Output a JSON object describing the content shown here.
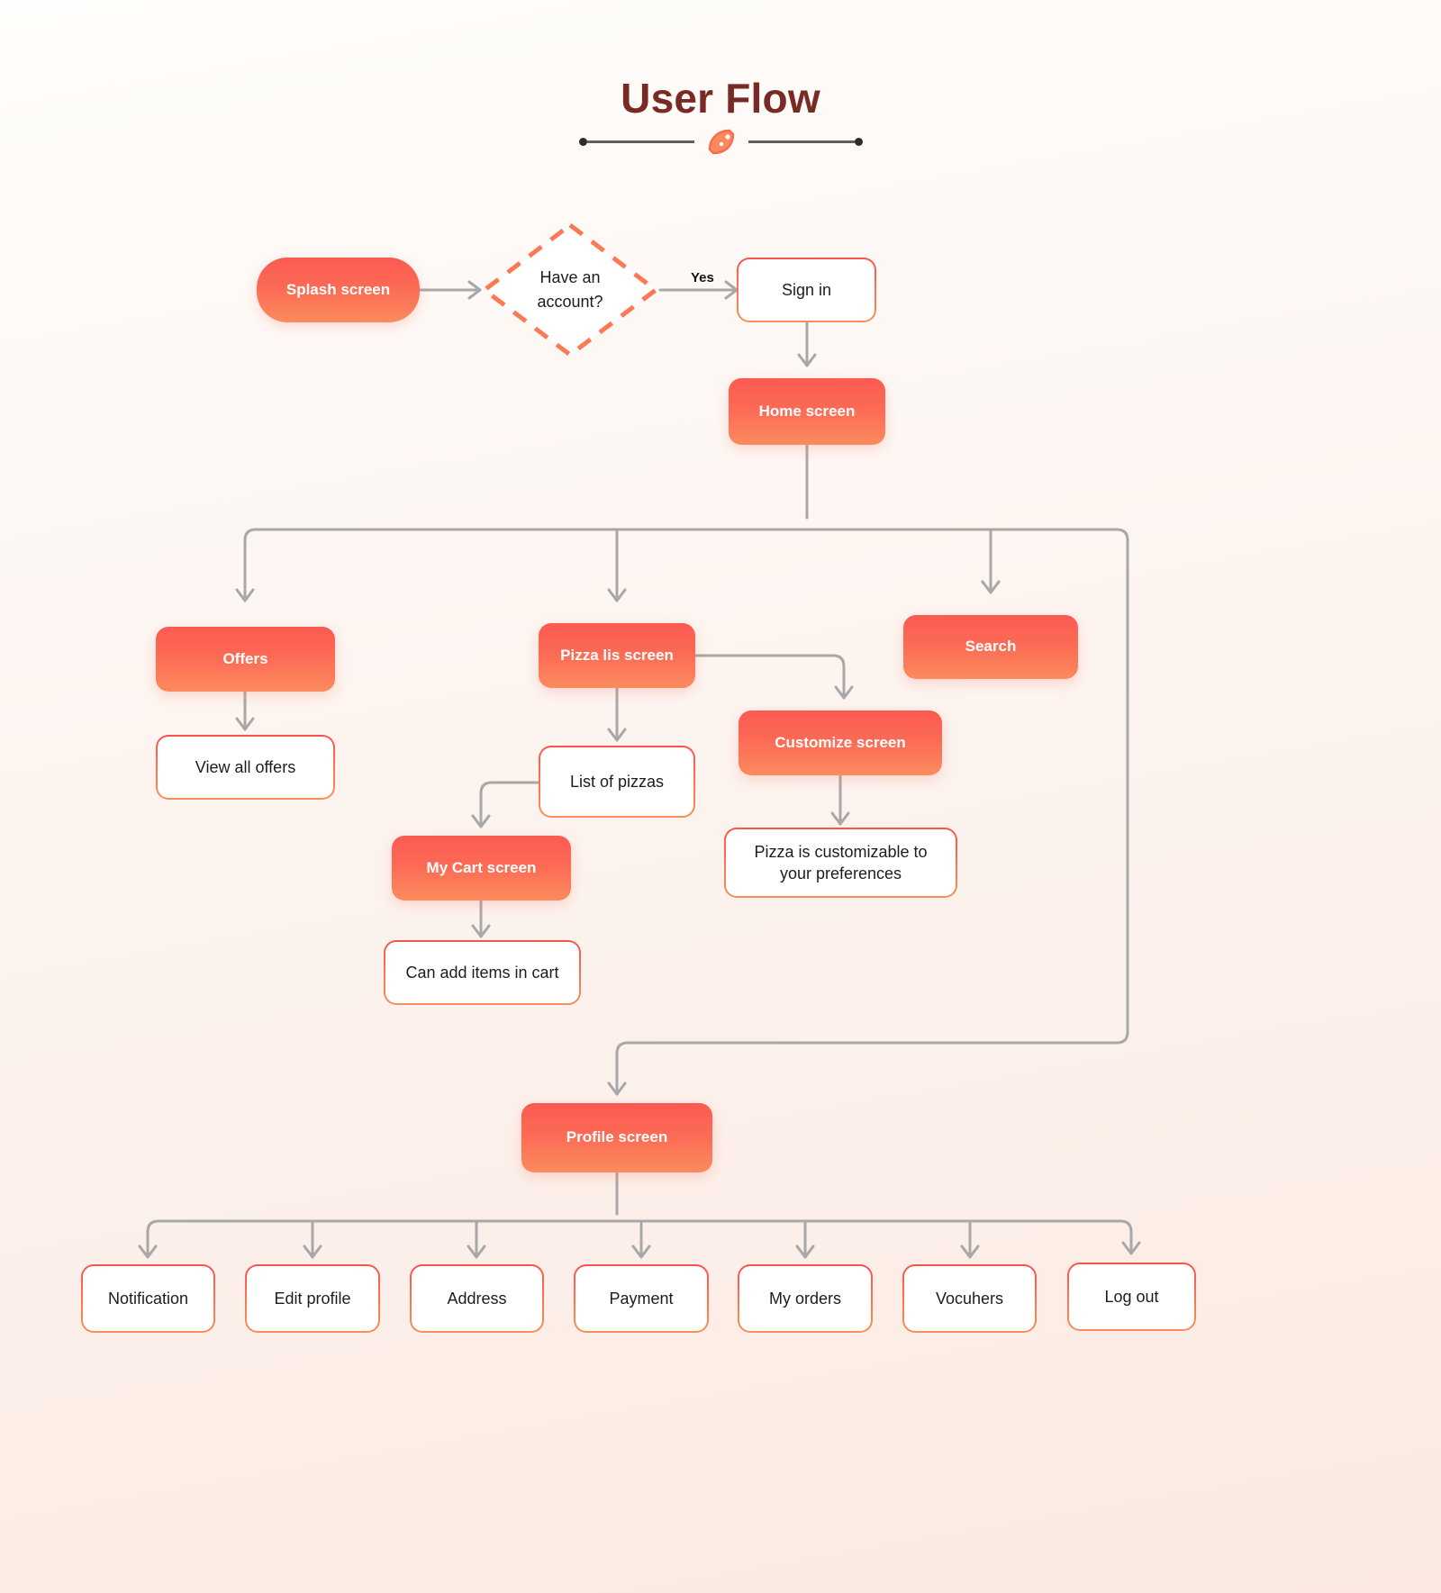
{
  "header": {
    "title": "User Flow",
    "divider_icon": "pizza-slice-icon"
  },
  "colors": {
    "background_start": "#fffdfb",
    "background_end": "#fbe9e2",
    "title": "#7a2a24",
    "gradient_start": "#fb5a52",
    "gradient_end": "#fb8b5d",
    "connector": "#a8a8a8",
    "node_text_light": "#ffffff",
    "node_text_dark": "#1d1d1d"
  },
  "nodes": {
    "splash": {
      "label": "Splash screen",
      "style": "filled-pill"
    },
    "decision": {
      "label": "Have an account?",
      "line1": "Have an",
      "line2": "account?",
      "style": "diamond-dashed"
    },
    "signin": {
      "label": "Sign in",
      "style": "outline"
    },
    "home": {
      "label": "Home screen",
      "style": "filled"
    },
    "offers": {
      "label": "Offers",
      "style": "filled"
    },
    "view_all_offers": {
      "label": "View all offers",
      "style": "outline"
    },
    "pizza_list": {
      "label": "Pizza lis screen",
      "style": "filled"
    },
    "search": {
      "label": "Search",
      "style": "filled"
    },
    "customize": {
      "label": "Customize screen",
      "style": "filled"
    },
    "list_of_pizzas": {
      "label": "List of pizzas",
      "style": "outline"
    },
    "customizable_note": {
      "label": "Pizza is customizable to your preferences",
      "style": "outline"
    },
    "my_cart": {
      "label": "My Cart screen",
      "style": "filled"
    },
    "cart_note": {
      "label": "Can add items in cart",
      "style": "outline"
    },
    "profile": {
      "label": "Profile screen",
      "style": "filled"
    }
  },
  "profile_children": [
    {
      "label": "Notification"
    },
    {
      "label": "Edit profile"
    },
    {
      "label": "Address"
    },
    {
      "label": "Payment"
    },
    {
      "label": "My orders"
    },
    {
      "label": "Vocuhers"
    },
    {
      "label": "Log out"
    }
  ],
  "edge_labels": {
    "yes": "Yes"
  }
}
